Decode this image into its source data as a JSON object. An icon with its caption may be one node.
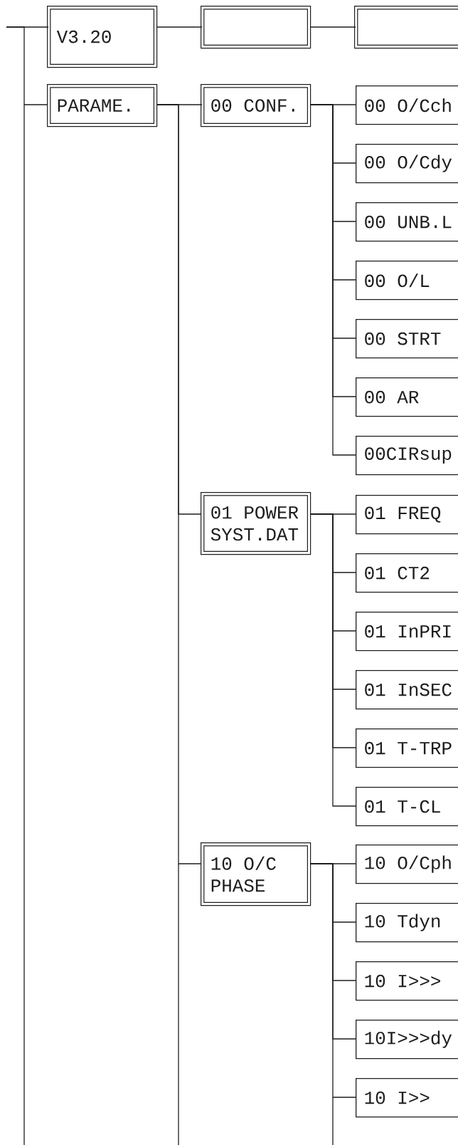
{
  "diagram": {
    "nodes": [
      {
        "text": [
          "V3.20"
        ]
      },
      {
        "text": [],
        "shape": "box"
      },
      {
        "text": [],
        "shape": "box"
      },
      {
        "text": [
          "PARAME."
        ]
      },
      {
        "text": [
          "00 CONF."
        ]
      },
      {
        "text": [
          "00 O/Cch"
        ]
      },
      {
        "text": [
          "00 O/Cdy"
        ]
      },
      {
        "text": [
          "00 UNB.L"
        ]
      },
      {
        "text": [
          "00 O/L"
        ]
      },
      {
        "text": [
          "00 STRT"
        ]
      },
      {
        "text": [
          "00 AR"
        ]
      },
      {
        "text": [
          "00CIRsup"
        ]
      },
      {
        "text": [
          "01 POWER SYST.DAT"
        ]
      },
      {
        "text": [
          "01 FREQ"
        ]
      },
      {
        "text": [
          "01 CT2"
        ]
      },
      {
        "text": [
          "01 InPRI"
        ]
      },
      {
        "text": [
          "01 InSEC"
        ]
      },
      {
        "text": [
          "01 T-TRP"
        ]
      },
      {
        "text": [
          "01 T-CL"
        ]
      },
      {
        "text": [
          "10 O/C PHASE"
        ]
      },
      {
        "text": [
          "10 O/Cph"
        ]
      },
      {
        "text": [
          "10 Tdyn"
        ]
      },
      {
        "text": [
          "10 I>>>"
        ]
      },
      {
        "text": [
          "10I>>>dy"
        ]
      },
      {
        "text": [
          "10 I>>"
        ]
      }
    ],
    "edges": [
      {
        "from": null,
        "to": 0,
        "arrow": "none"
      },
      {
        "from": null,
        "to": 3,
        "arrow": "none"
      },
      {
        "from": 0,
        "to": 1,
        "arrow": "none"
      },
      {
        "from": 1,
        "to": 2,
        "arrow": "none"
      },
      {
        "from": 3,
        "to": 4,
        "arrow": "none"
      },
      {
        "from": 3,
        "to": 12,
        "arrow": "none"
      },
      {
        "from": 3,
        "to": 19,
        "arrow": "none"
      },
      {
        "from": 4,
        "to": 5,
        "arrow": "none"
      },
      {
        "from": 4,
        "to": 6,
        "arrow": "none"
      },
      {
        "from": 4,
        "to": 7,
        "arrow": "none"
      },
      {
        "from": 4,
        "to": 8,
        "arrow": "none"
      },
      {
        "from": 4,
        "to": 9,
        "arrow": "none"
      },
      {
        "from": 4,
        "to": 10,
        "arrow": "none"
      },
      {
        "from": 4,
        "to": 11,
        "arrow": "none"
      },
      {
        "from": 12,
        "to": 13,
        "arrow": "none"
      },
      {
        "from": 12,
        "to": 14,
        "arrow": "none"
      },
      {
        "from": 12,
        "to": 15,
        "arrow": "none"
      },
      {
        "from": 12,
        "to": 16,
        "arrow": "none"
      },
      {
        "from": 12,
        "to": 17,
        "arrow": "none"
      },
      {
        "from": 12,
        "to": 18,
        "arrow": "none"
      },
      {
        "from": 19,
        "to": 20,
        "arrow": "none"
      },
      {
        "from": 19,
        "to": 21,
        "arrow": "none"
      },
      {
        "from": 19,
        "to": 22,
        "arrow": "none"
      },
      {
        "from": 19,
        "to": 23,
        "arrow": "none"
      },
      {
        "from": 19,
        "to": 24,
        "arrow": "none"
      }
    ]
  }
}
